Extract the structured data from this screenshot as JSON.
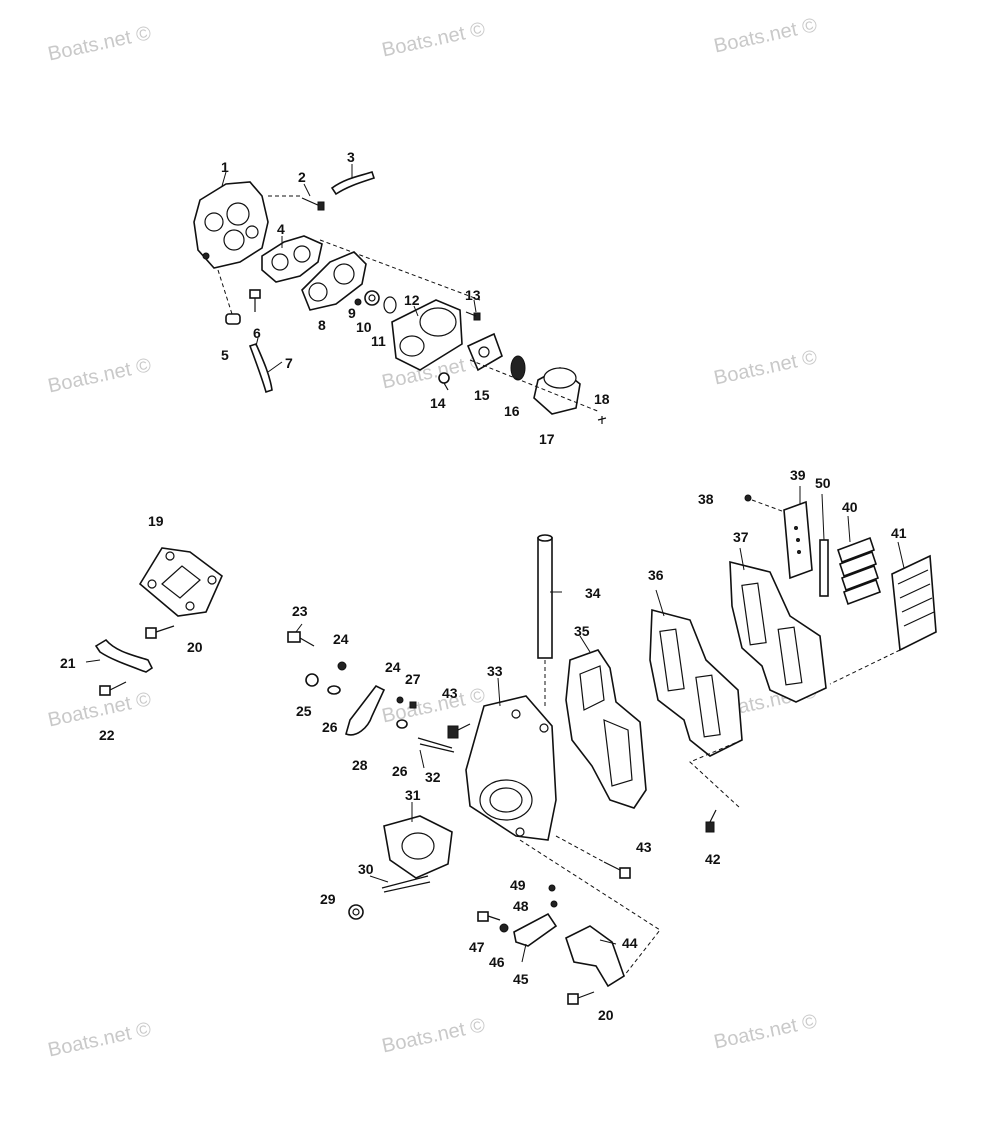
{
  "watermark": "Boats.net ©",
  "callouts": [
    "1",
    "2",
    "3",
    "4",
    "5",
    "6",
    "7",
    "8",
    "9",
    "10",
    "11",
    "12",
    "13",
    "14",
    "15",
    "16",
    "17",
    "18",
    "19",
    "20",
    "21",
    "22",
    "23",
    "24",
    "24",
    "25",
    "26",
    "26",
    "27",
    "28",
    "29",
    "30",
    "31",
    "32",
    "33",
    "34",
    "35",
    "36",
    "37",
    "38",
    "39",
    "40",
    "41",
    "42",
    "43",
    "43",
    "44",
    "45",
    "46",
    "47",
    "48",
    "49",
    "50",
    "20"
  ]
}
